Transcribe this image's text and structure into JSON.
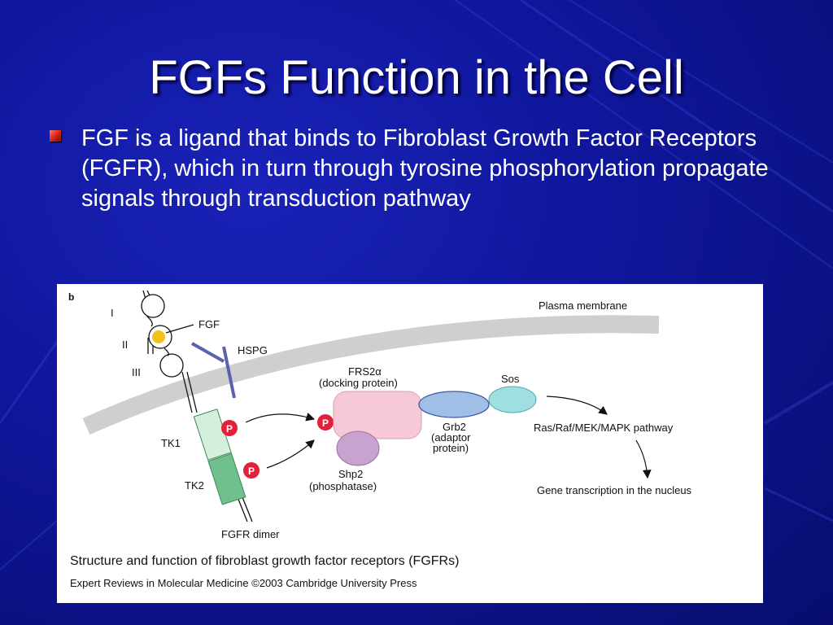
{
  "slide": {
    "title": "FGFs Function in the Cell",
    "bullet": "FGF is a ligand that binds to Fibroblast Growth Factor Receptors (FGFR), which in turn through tyrosine phosphorylation propagate signals through transduction pathway"
  },
  "figure": {
    "panel_letter": "b",
    "domains": {
      "d1": "I",
      "d2": "II",
      "d3": "III"
    },
    "labels": {
      "fgf": "FGF",
      "hspg": "HSPG",
      "plasma_membrane": "Plasma membrane",
      "tk1": "TK1",
      "tk2": "TK2",
      "fgfr_dimer": "FGFR dimer",
      "frs2_name": "FRS2α",
      "frs2_desc": "(docking protein)",
      "sos": "Sos",
      "grb2_name": "Grb2",
      "grb2_desc1": "(adaptor",
      "grb2_desc2": "protein)",
      "shp2_name": "Shp2",
      "shp2_desc": "(phosphatase)",
      "pathway": "Ras/Raf/MEK/MAPK pathway",
      "nucleus": "Gene transcription in the nucleus",
      "phospho": "P"
    },
    "caption": "Structure and function of fibroblast growth factor receptors (FGFRs)",
    "credit": "Expert Reviews in Molecular Medicine ©2003 Cambridge University Press"
  },
  "colors": {
    "background": "#0f169a",
    "bullet": "#d22010",
    "membrane": "#cfcfcf",
    "fgf": "#f2c21b",
    "hspg": "#5a62b0",
    "tk1": "#d6eedd",
    "tk2": "#6fbf8f",
    "phospho": "#e3203a",
    "frs2": "#f7c9d6",
    "grb2": "#9fbfe6",
    "sos": "#9fdfe0",
    "shp2": "#c9a3cf"
  }
}
